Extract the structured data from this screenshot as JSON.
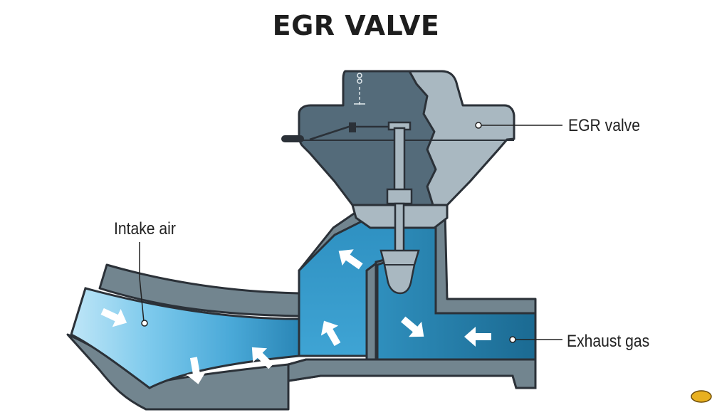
{
  "title": "EGR VALVE",
  "labels": {
    "egr_valve": "EGR valve",
    "intake_air": "Intake air",
    "exhaust_gas": "Exhaust gas"
  },
  "colors": {
    "outline": "#2b3138",
    "housing_dark": "#546b7a",
    "housing_light": "#a9b8c1",
    "pipe_wall": "#72858f",
    "intake_air_light": "#b7e3f5",
    "intake_air": "#59b7e4",
    "exhaust_gas": "#1f6e95",
    "arrow": "#ffffff"
  },
  "icons": [
    "flow-arrow-icon",
    "logo-badge-icon"
  ]
}
